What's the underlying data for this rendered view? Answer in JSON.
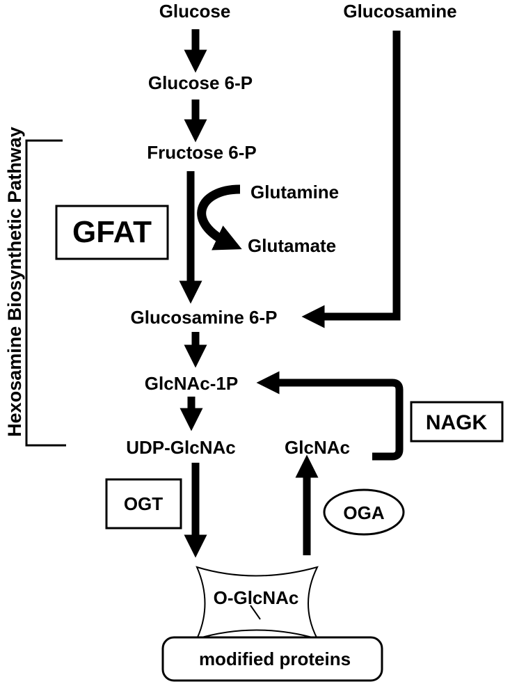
{
  "metabolites": {
    "glucose": "Glucose",
    "glucosamine": "Glucosamine",
    "glucose_6p": "Glucose 6-P",
    "fructose_6p": "Fructose 6-P",
    "glutamine": "Glutamine",
    "glutamate": "Glutamate",
    "glucosamine_6p": "Glucosamine 6-P",
    "glcnac_1p": "GlcNAc-1P",
    "udp_glcnac": "UDP-GlcNAc",
    "glcnac": "GlcNAc",
    "o_glcnac": "O-GlcNAc",
    "modified_proteins": "modified proteins"
  },
  "enzymes": {
    "gfat": "GFAT",
    "nagk": "NAGK",
    "ogt": "OGT",
    "oga": "OGA"
  },
  "pathway_label": "Hexosamine Biosynthetic Pathway",
  "colors": {
    "ink": "#000000",
    "background": "#ffffff"
  }
}
